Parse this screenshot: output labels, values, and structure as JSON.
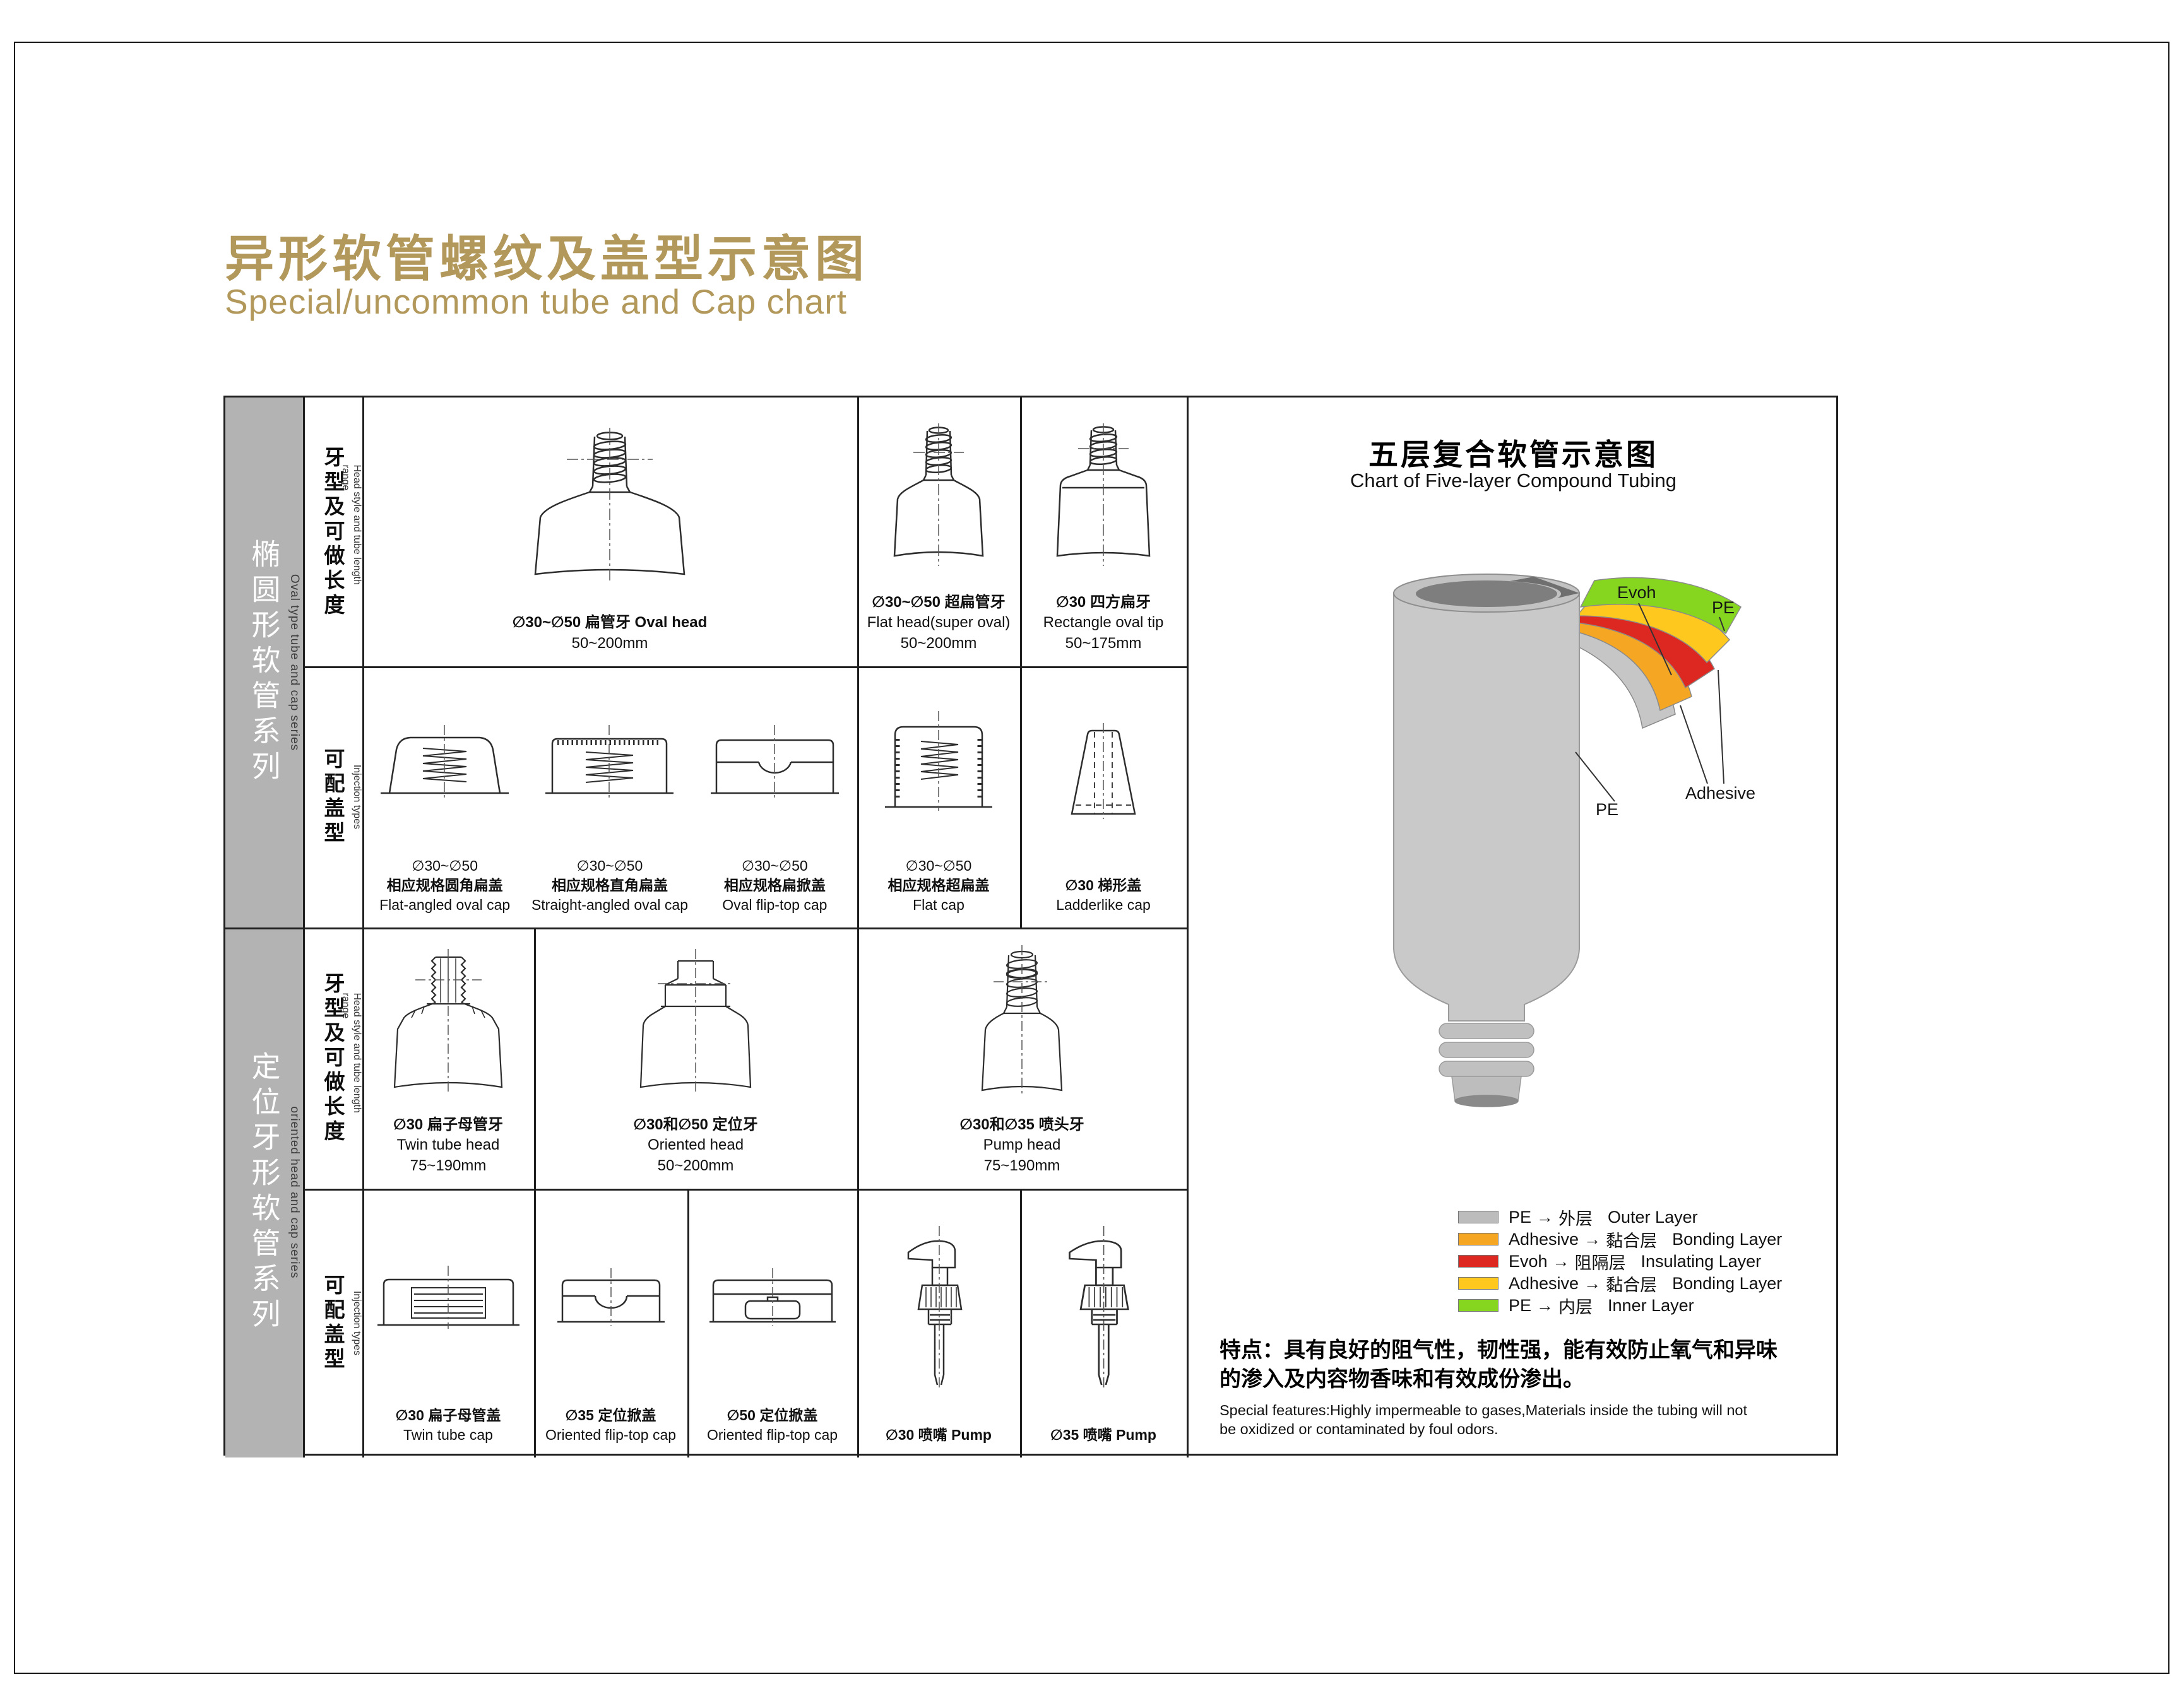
{
  "title": {
    "zh": "异形软管螺纹及盖型示意图",
    "en": "Special/uncommon tube and Cap chart"
  },
  "sidebar": {
    "oval": {
      "zh": "椭圆形软管系列",
      "en": "Oval type tube and cap series"
    },
    "oriented": {
      "zh": "定位牙形软管系列",
      "en": "oriented head and cap series"
    },
    "head_row": {
      "zh": "牙型及可做长度",
      "en": "Head style and tube length range"
    },
    "cap_row": {
      "zh": "可配盖型",
      "en": "Injection types"
    }
  },
  "cells": {
    "oval_head": {
      "l1": "∅30~∅50 扁管牙 Oval head",
      "l2": "50~200mm"
    },
    "flat_head": {
      "l1": "∅30~∅50 超扁管牙",
      "l2": "Flat head(super oval)",
      "l3": "50~200mm"
    },
    "rect_tip": {
      "l1": "∅30 四方扁牙",
      "l2": "Rectangle oval tip",
      "l3": "50~175mm"
    },
    "flat_angled_cap": {
      "l1": "∅30~∅50",
      "l2": "相应规格圆角扁盖",
      "l3": "Flat-angled oval cap"
    },
    "straight_angled_cap": {
      "l1": "∅30~∅50",
      "l2": "相应规格直角扁盖",
      "l3": "Straight-angled oval cap"
    },
    "oval_fliptop_cap": {
      "l1": "∅30~∅50",
      "l2": "相应规格扁掀盖",
      "l3": "Oval flip-top cap"
    },
    "flat_cap": {
      "l1": "∅30~∅50",
      "l2": "相应规格超扁盖",
      "l3": "Flat cap"
    },
    "ladder_cap": {
      "l1": "∅30 梯形盖",
      "l2": "Ladderlike cap"
    },
    "twin_head": {
      "l1": "∅30 扁子母管牙",
      "l2": "Twin tube head",
      "l3": "75~190mm"
    },
    "oriented_head": {
      "l1": "∅30和∅50 定位牙",
      "l2": "Oriented head",
      "l3": "50~200mm"
    },
    "pump_head": {
      "l1": "∅30和∅35 喷头牙",
      "l2": "Pump head",
      "l3": "75~190mm"
    },
    "twin_cap": {
      "l1": "∅30 扁子母管盖",
      "l2": "Twin tube cap"
    },
    "oriented_flip35": {
      "l1": "∅35 定位掀盖",
      "l2": "Oriented flip-top cap"
    },
    "oriented_flip50": {
      "l1": "∅50 定位掀盖",
      "l2": "Oriented flip-top cap"
    },
    "pump30": {
      "l1": "∅30 喷嘴 Pump"
    },
    "pump35": {
      "l1": "∅35 喷嘴 Pump"
    }
  },
  "panel": {
    "title_zh": "五层复合软管示意图",
    "title_en": "Chart of Five-layer Compound Tubing",
    "labels": {
      "evoh": "Evoh",
      "pe_top": "PE",
      "pe_side": "PE",
      "adhesive": "Adhesive"
    },
    "arrow": "→",
    "legend": [
      {
        "name": "PE",
        "zh": "外层",
        "en": "Outer Layer",
        "color": "#bcbcbc"
      },
      {
        "name": "Adhesive",
        "zh": "黏合层",
        "en": "Bonding Layer",
        "color": "#f5a623"
      },
      {
        "name": "Evoh",
        "zh": "阻隔层",
        "en": "Insulating Layer",
        "color": "#dd2822"
      },
      {
        "name": "Adhesive",
        "zh": "黏合层",
        "en": "Bonding Layer",
        "color": "#ffc81e"
      },
      {
        "name": "PE",
        "zh": "内层",
        "en": "Inner Layer",
        "color": "#86d620"
      }
    ],
    "features": {
      "zh1": "特点：具有良好的阻气性，韧性强，能有效防止氧气和异味",
      "zh2": "的渗入及内容物香味和有效成份渗出。",
      "en1": "Special features:Highly impermeable to gases,Materials inside the tubing will not",
      "en2": "be oxidized or contaminated by foul odors."
    }
  },
  "colors": {
    "accent": "#b2995b",
    "sidebar_gray": "#b3b3b3",
    "line": "#1f1f1f"
  }
}
